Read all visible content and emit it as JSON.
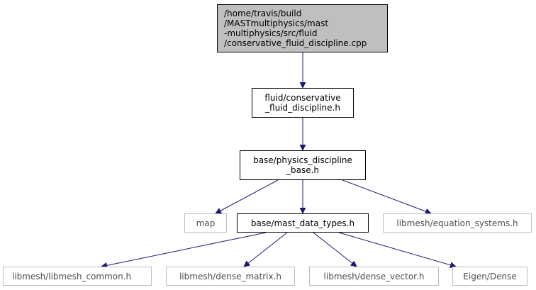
{
  "nodes": {
    "root": "/home/travis/build\n/MASTmultiphysics/mast\n-multiphysics/src/fluid\n/conservative_fluid_discipline.cpp",
    "conservative_fluid_discipline_h": "fluid/conservative\n_fluid_discipline.h",
    "physics_discipline_base_h": "base/physics_discipline\n_base.h",
    "map": "map",
    "mast_data_types_h": "base/mast_data_types.h",
    "equation_systems_h": "libmesh/equation_systems.h",
    "libmesh_common_h": "libmesh/libmesh_common.h",
    "dense_matrix_h": "libmesh/dense_matrix.h",
    "dense_vector_h": "libmesh/dense_vector.h",
    "eigen_dense": "Eigen/Dense"
  },
  "colors": {
    "edge": "#191970",
    "root_fill": "#bfbfbf",
    "external_border": "#bfbfbf"
  }
}
